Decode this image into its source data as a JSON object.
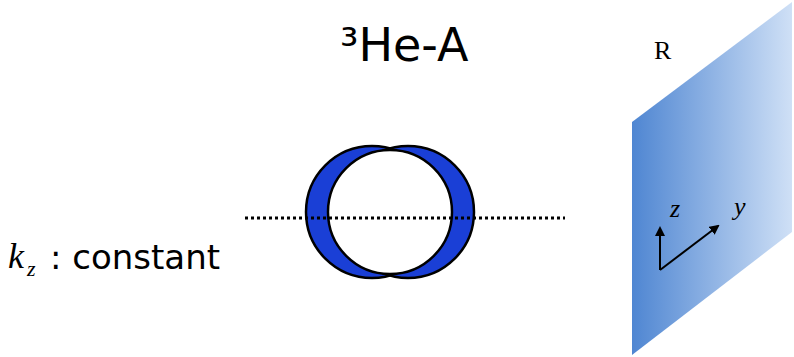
{
  "diagram": {
    "labels": [
      "³He-A",
      "k",
      "z",
      ": constant",
      "R",
      "z",
      "y"
    ]
  }
}
